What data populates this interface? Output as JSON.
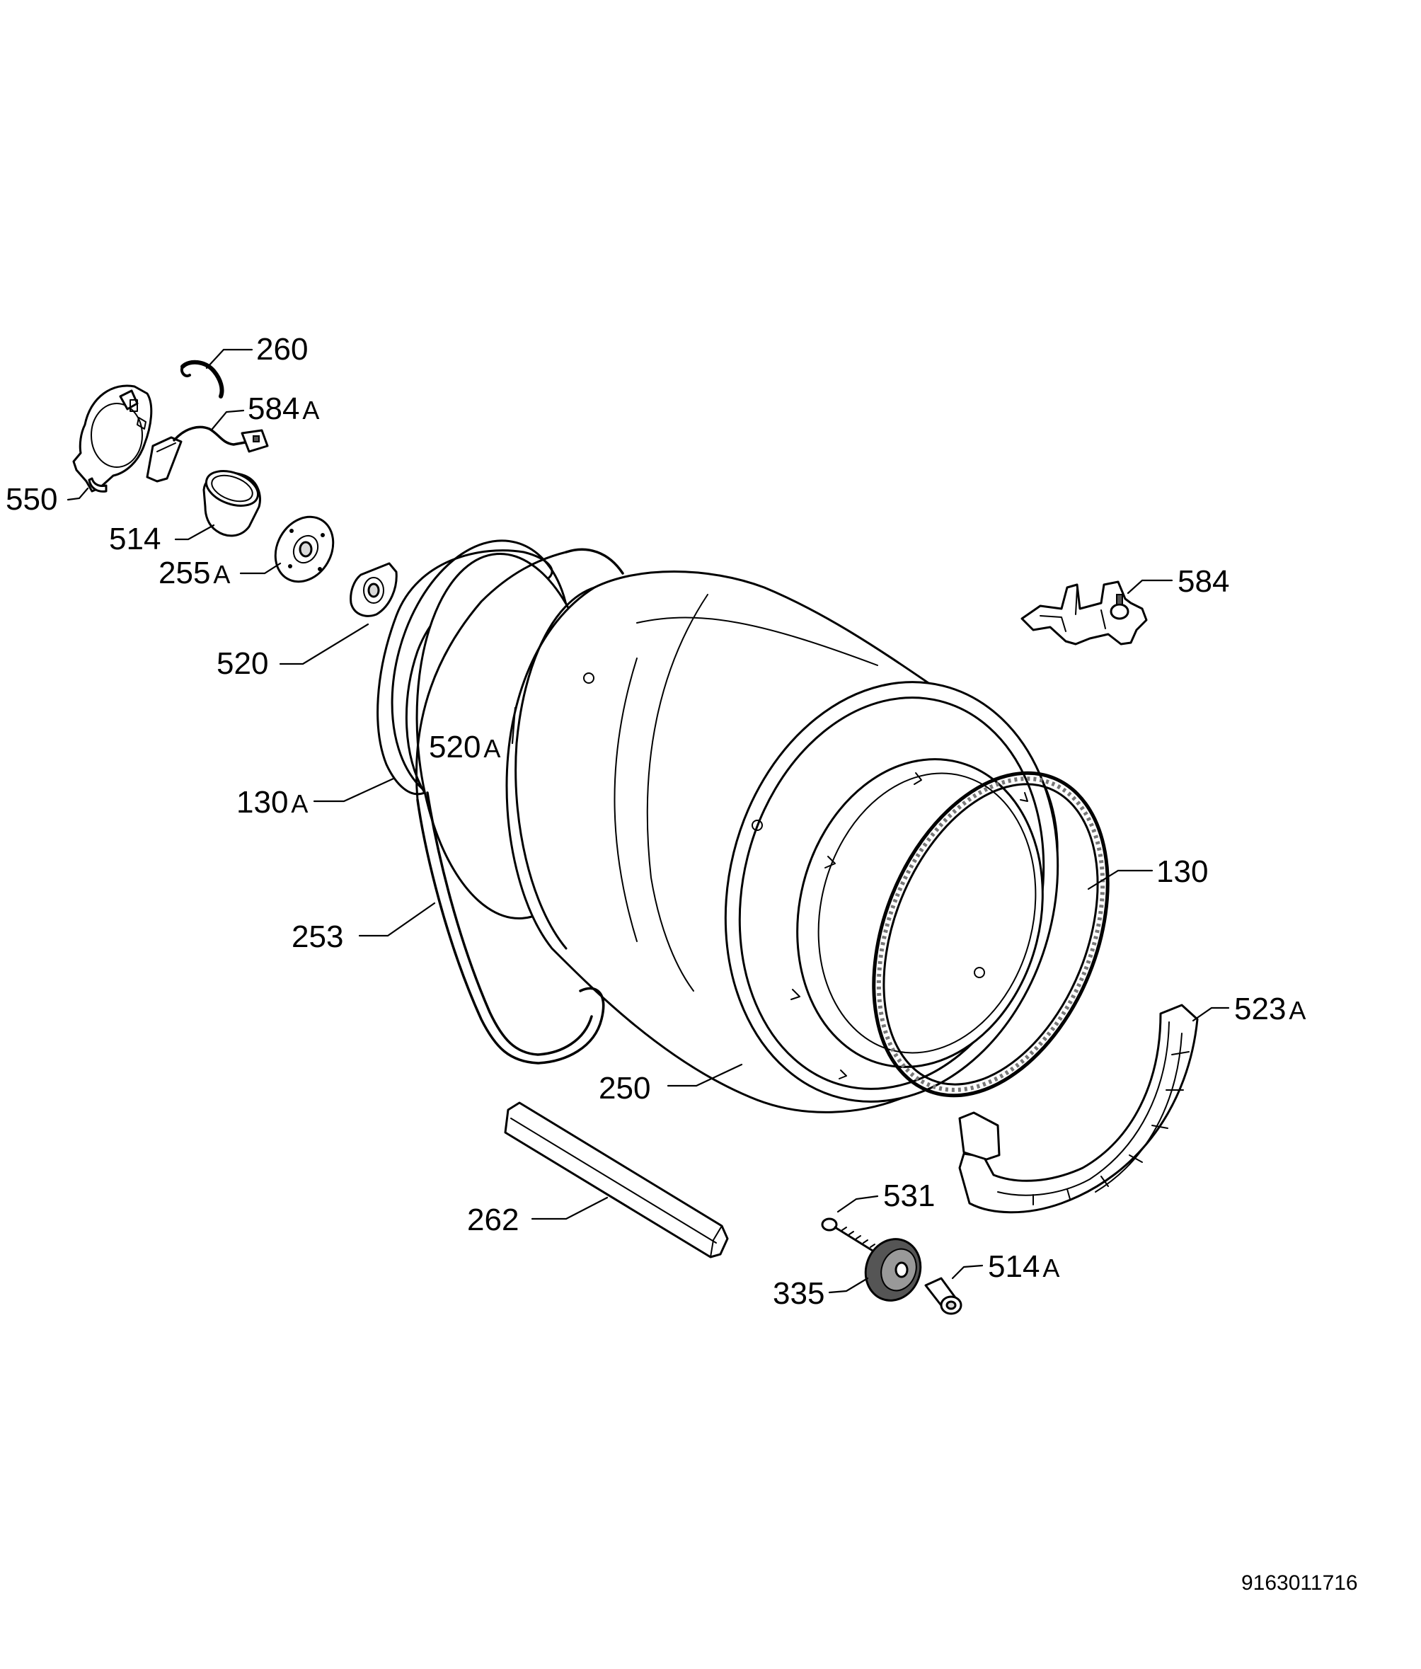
{
  "diagram": {
    "document_number": "9163011716",
    "parts": [
      {
        "id": "260",
        "number": "260",
        "suffix": ""
      },
      {
        "id": "584A",
        "number": "584",
        "suffix": "A"
      },
      {
        "id": "550",
        "number": "550",
        "suffix": ""
      },
      {
        "id": "514",
        "number": "514",
        "suffix": ""
      },
      {
        "id": "255A",
        "number": "255",
        "suffix": "A"
      },
      {
        "id": "520",
        "number": "520",
        "suffix": ""
      },
      {
        "id": "520A",
        "number": "520",
        "suffix": "A"
      },
      {
        "id": "130A",
        "number": "130",
        "suffix": "A"
      },
      {
        "id": "253",
        "number": "253",
        "suffix": ""
      },
      {
        "id": "584",
        "number": "584",
        "suffix": ""
      },
      {
        "id": "130",
        "number": "130",
        "suffix": ""
      },
      {
        "id": "523A",
        "number": "523",
        "suffix": "A"
      },
      {
        "id": "250",
        "number": "250",
        "suffix": ""
      },
      {
        "id": "262",
        "number": "262",
        "suffix": ""
      },
      {
        "id": "531",
        "number": "531",
        "suffix": ""
      },
      {
        "id": "514A",
        "number": "514",
        "suffix": "A"
      },
      {
        "id": "335",
        "number": "335",
        "suffix": ""
      }
    ]
  }
}
